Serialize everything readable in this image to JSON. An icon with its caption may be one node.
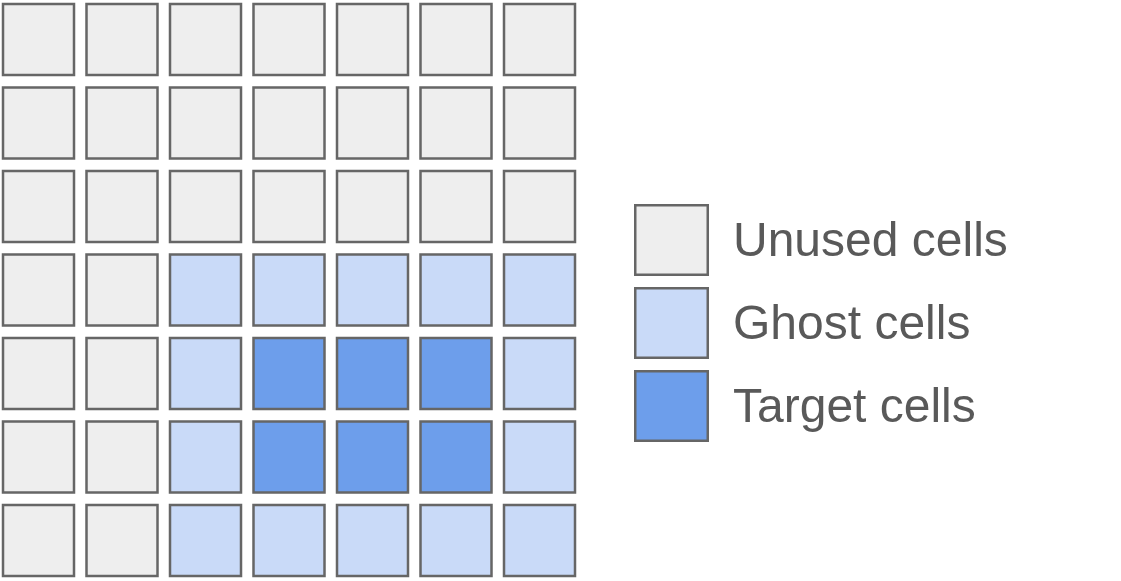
{
  "diagram": {
    "legend": [
      {
        "text": "Unused cells",
        "color": "#eeeeee"
      },
      {
        "text": "Ghost cells",
        "color": "#c9daf8"
      },
      {
        "text": "Target cells",
        "color": "#6d9eeb"
      }
    ]
  }
}
